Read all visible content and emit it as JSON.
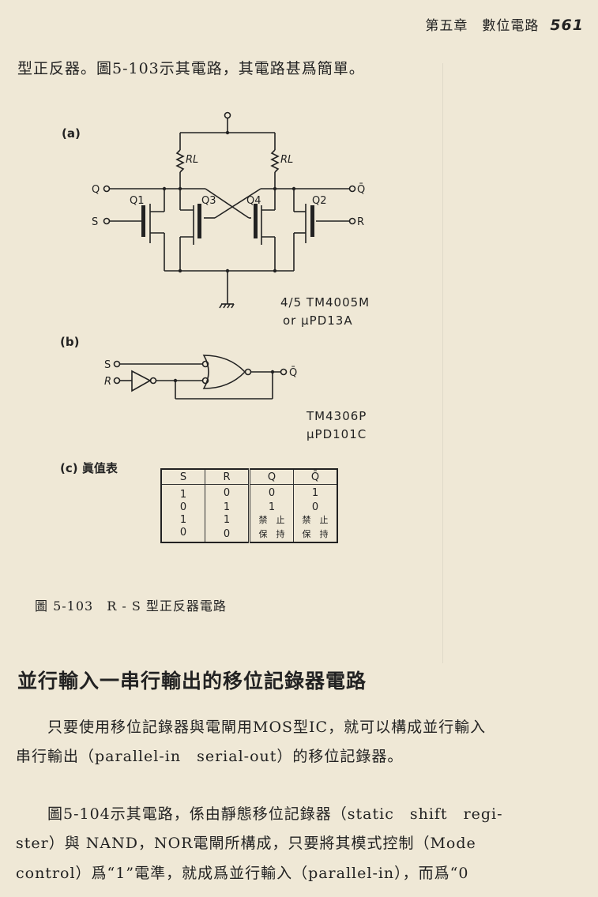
{
  "header": {
    "chapter": "第五章　數位電路",
    "page_number": "561"
  },
  "intro_line": "型正反器。圖5-103示其電路，其電路甚爲簡單。",
  "figure": {
    "part_a": {
      "label": "(a)",
      "resistor_label": "RL",
      "pins": {
        "q": "Q",
        "s": "S",
        "q_bar": "Q̄",
        "r": "R"
      },
      "transistors": [
        "Q1",
        "Q3",
        "Q4",
        "Q2"
      ],
      "chip_line1": "4/5 TM4005M",
      "chip_line2": "or μPD13A"
    },
    "part_b": {
      "label": "(b)",
      "pins": {
        "s": "S",
        "r": "R",
        "q_bar": "Q̄"
      },
      "chip_line1": "TM4306P",
      "chip_line2": "μPD101C"
    },
    "part_c": {
      "label": "(c) 眞值表",
      "headers": [
        "S",
        "R",
        "Q",
        "Q̄"
      ],
      "rows": [
        [
          "1",
          "0",
          "0",
          "1"
        ],
        [
          "0",
          "1",
          "1",
          "0"
        ],
        [
          "1",
          "1",
          "禁　止",
          "禁　止"
        ],
        [
          "0",
          "0",
          "保　持",
          "保　持"
        ]
      ]
    },
    "caption": "圖 5-103　R - S 型正反器電路"
  },
  "section": {
    "heading": "並行輸入一串行輸出的移位記錄器電路",
    "paragraph1": [
      "只要使用移位記錄器與電閘用MOS型IC，就可以構成並行輸入",
      "串行輸出（parallel-in　serial-out）的移位記錄器。"
    ],
    "paragraph2": [
      "圖5-104示其電路，係由靜態移位記錄器（static　shift　regi-",
      "ster）與 NAND，NOR電閘所構成，只要將其模式控制（Mode",
      "control）爲“1”電準，就成爲並行輸入（parallel-in），而爲“0"
    ]
  },
  "colors": {
    "paper": "#efe8d6",
    "ink": "#222222"
  }
}
